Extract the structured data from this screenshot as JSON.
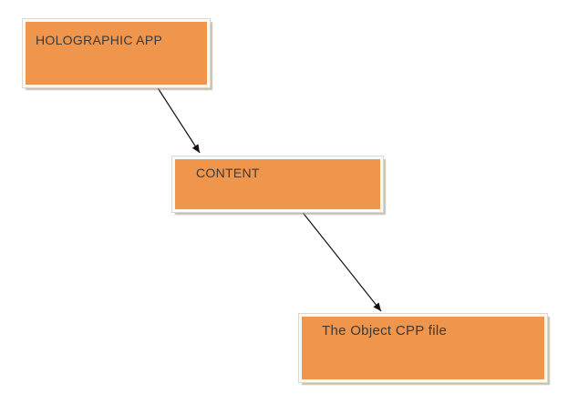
{
  "diagram": {
    "background_color": "#FFFFFF",
    "node_style": {
      "fill_color": "#F0954C",
      "border_color": "#FBFAF6",
      "shadow_color": "#C9C0B3",
      "text_color": "#3A3A3A"
    },
    "arrow_color": "#111111",
    "nodes": [
      {
        "id": "holographic-app",
        "label": "HOLOGRAPHIC APP"
      },
      {
        "id": "content",
        "label": "CONTENT"
      },
      {
        "id": "object-cpp-file",
        "label": "The Object CPP file"
      }
    ],
    "connections": [
      {
        "from": "holographic-app",
        "to": "content",
        "style": "straight-arrow"
      },
      {
        "from": "content",
        "to": "object-cpp-file",
        "style": "straight-arrow"
      }
    ]
  }
}
